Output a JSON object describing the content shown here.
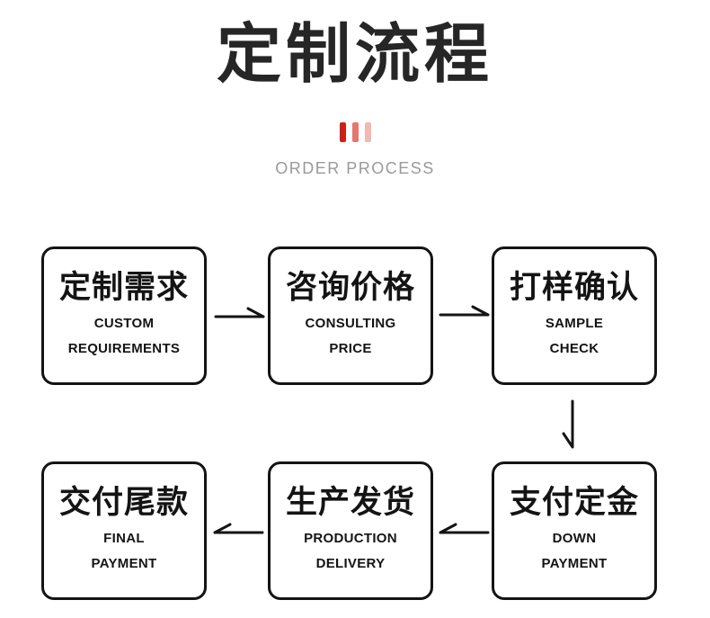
{
  "header": {
    "title": "定制流程",
    "subtitle": "ORDER PROCESS",
    "divider_colors": [
      "#cb2218",
      "#e4776f",
      "#f2b8b3"
    ]
  },
  "flow": {
    "steps": [
      {
        "zh": "定制需求",
        "en1": "CUSTOM",
        "en2": "REQUIREMENTS"
      },
      {
        "zh": "咨询价格",
        "en1": "CONSULTING",
        "en2": "PRICE"
      },
      {
        "zh": "打样确认",
        "en1": "SAMPLE",
        "en2": "CHECK"
      },
      {
        "zh": "支付定金",
        "en1": "DOWN",
        "en2": "PAYMENT"
      },
      {
        "zh": "生产发货",
        "en1": "PRODUCTION",
        "en2": "DELIVERY"
      },
      {
        "zh": "交付尾款",
        "en1": "FINAL",
        "en2": "PAYMENT"
      }
    ]
  },
  "colors": {
    "background": "#ffffff",
    "text_primary": "#141414",
    "title_color": "#262626",
    "subtitle_gray": "#9a9a9a",
    "arrow_color": "#141414"
  }
}
